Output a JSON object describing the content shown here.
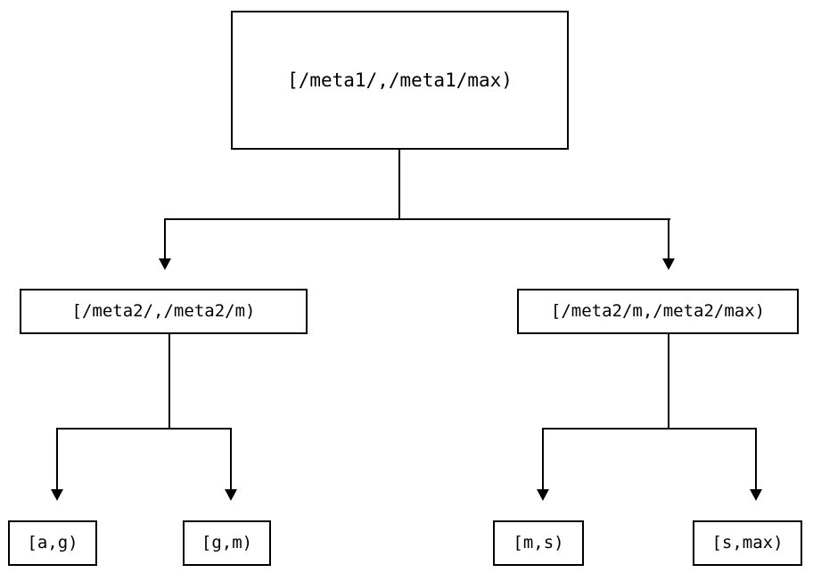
{
  "diagram": {
    "type": "binary-tree",
    "orientation": "top-down",
    "background_color": "#ffffff",
    "stroke_color": "#000000",
    "text_color": "#000000",
    "root": {
      "label": "[/meta1/,/meta1/max)"
    },
    "level2": [
      {
        "label": "[/meta2/,/meta2/m)"
      },
      {
        "label": "[/meta2/m,/meta2/max)"
      }
    ],
    "leaves": [
      {
        "label": "[a,g)"
      },
      {
        "label": "[g,m)"
      },
      {
        "label": "[m,s)"
      },
      {
        "label": "[s,max)"
      }
    ],
    "icons": {
      "arrow": "arrowhead-down-icon"
    }
  }
}
